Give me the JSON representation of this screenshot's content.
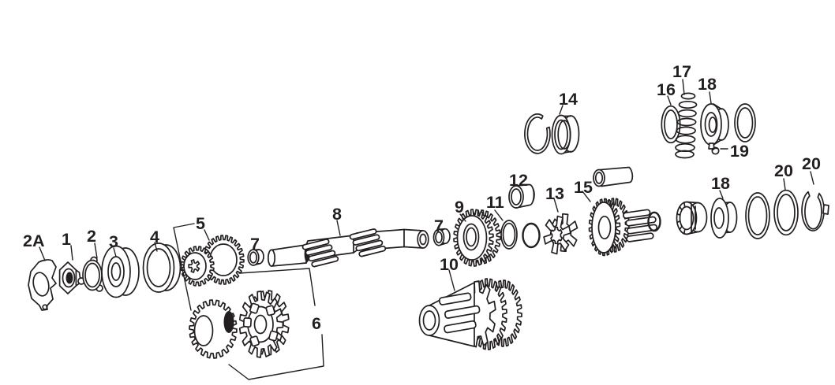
{
  "diagram": {
    "background_color": "#ffffff",
    "line_color": "#231f20",
    "callouts": [
      {
        "label": "2A"
      },
      {
        "label": "1"
      },
      {
        "label": "2"
      },
      {
        "label": "3"
      },
      {
        "label": "4"
      },
      {
        "label": "5"
      },
      {
        "label": "6"
      },
      {
        "label": "7"
      },
      {
        "label": "8"
      },
      {
        "label": "7"
      },
      {
        "label": "9"
      },
      {
        "label": "10"
      },
      {
        "label": "11"
      },
      {
        "label": "12"
      },
      {
        "label": "13"
      },
      {
        "label": "14"
      },
      {
        "label": "15"
      },
      {
        "label": "16"
      },
      {
        "label": "17"
      },
      {
        "label": "18"
      },
      {
        "label": "19"
      },
      {
        "label": "18"
      },
      {
        "label": "20"
      },
      {
        "label": "20"
      }
    ]
  }
}
